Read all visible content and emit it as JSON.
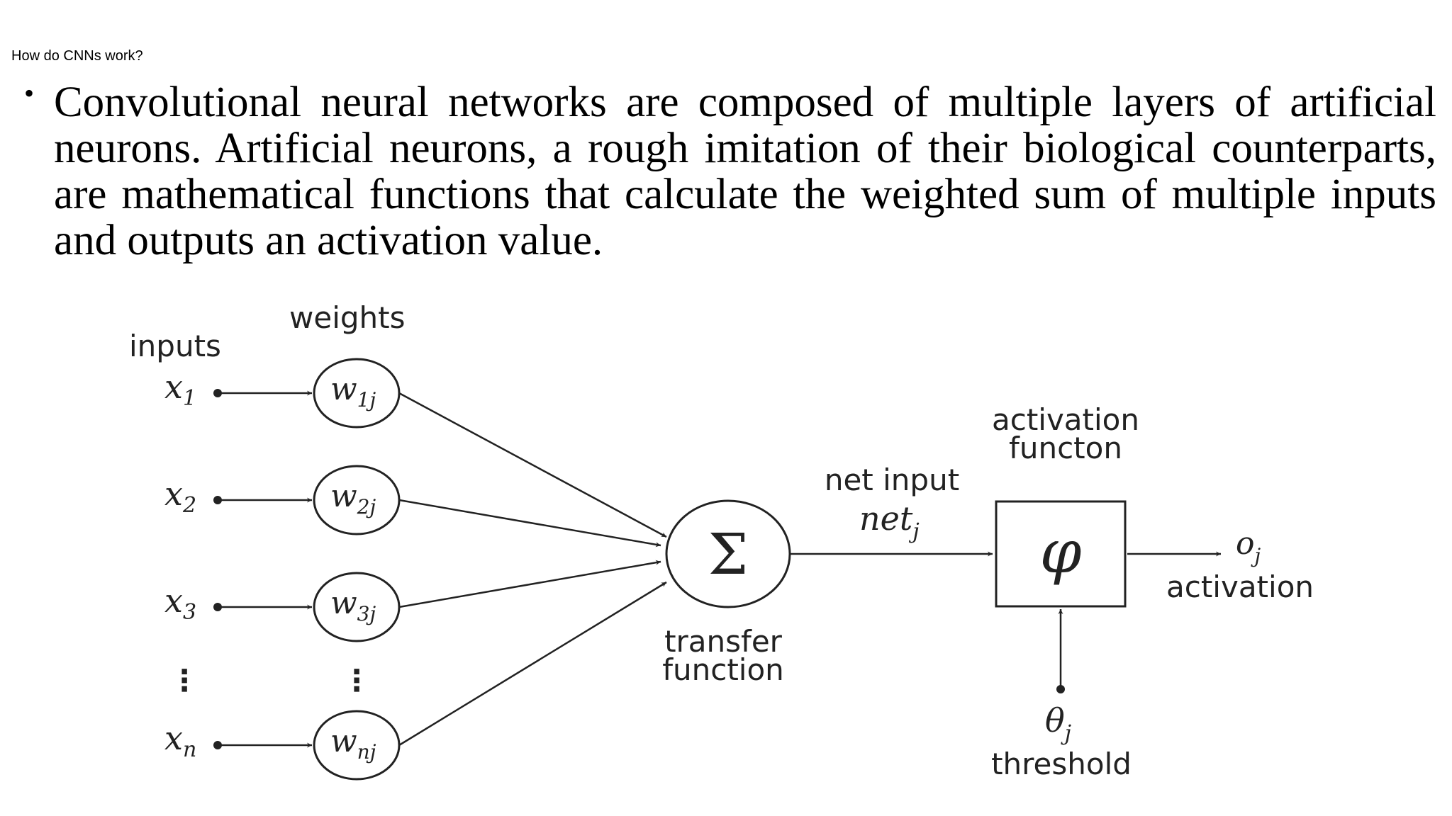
{
  "slide": {
    "title": "How do CNNs work?",
    "bullet": "Convolutional neural networks are composed of multiple layers of artificial neurons. Artificial neurons, a rough imitation of their biological counterparts, are mathematical functions that calculate the weighted sum of multiple inputs and outputs an activation value."
  },
  "diagram": {
    "labels": {
      "inputs": "inputs",
      "weights": "weights",
      "transfer_1": "transfer",
      "transfer_2": "function",
      "net_input": "net input",
      "net_symbol": "net",
      "net_sub": "j",
      "activation_fn_1": "activation",
      "activation_fn_2": "functon",
      "activation": "activation",
      "threshold": "threshold",
      "sigma": "Σ",
      "phi": "φ",
      "output_symbol": "o",
      "output_sub": "j",
      "theta_symbol": "θ",
      "theta_sub": "j",
      "ellipsis": "⋮"
    },
    "inputs": [
      {
        "x": "x",
        "x_sub": "1",
        "w": "w",
        "w_sub": "1j"
      },
      {
        "x": "x",
        "x_sub": "2",
        "w": "w",
        "w_sub": "2j"
      },
      {
        "x": "x",
        "x_sub": "3",
        "w": "w",
        "w_sub": "3j"
      },
      {
        "x": "x",
        "x_sub": "n",
        "w": "w",
        "w_sub": "nj"
      }
    ]
  }
}
